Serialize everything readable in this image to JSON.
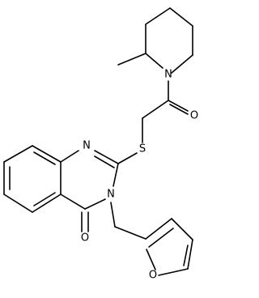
{
  "molecule": {
    "atoms": {
      "n_piperidine": "N",
      "o_carbonyl_amide": "O",
      "s_thioether": "S",
      "n_ring_1": "N",
      "n_ring_3": "N",
      "o_carbonyl_ring": "O",
      "o_furan": "O"
    }
  }
}
